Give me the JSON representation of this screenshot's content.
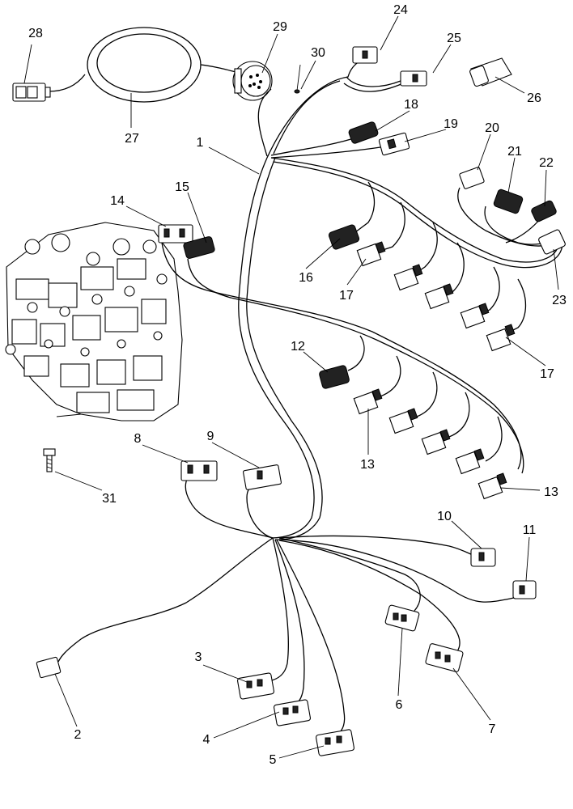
{
  "diagram": {
    "callouts": [
      "1",
      "2",
      "3",
      "4",
      "5",
      "6",
      "7",
      "8",
      "9",
      "10",
      "11",
      "12",
      "13",
      "13",
      "14",
      "15",
      "16",
      "17",
      "17",
      "18",
      "19",
      "20",
      "21",
      "22",
      "23",
      "24",
      "25",
      "26",
      "27",
      "28",
      "29",
      "30",
      "31"
    ]
  }
}
